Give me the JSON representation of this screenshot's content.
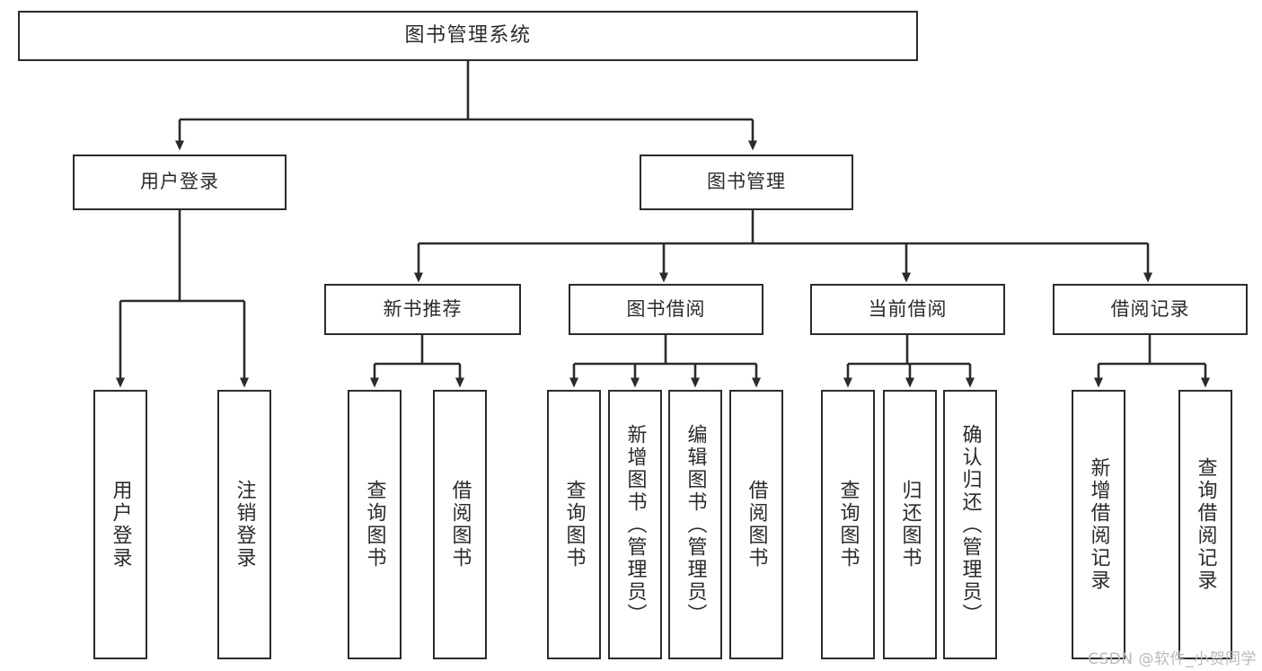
{
  "diagram": {
    "title": "图书管理系统",
    "type": "tree-hierarchy-chart",
    "colors": {
      "box_border": "#2b2b2b",
      "box_fill": "#ffffff",
      "connector": "#2b2b2b",
      "watermark": "#b9b9b9",
      "background": "#ffffff"
    },
    "root": {
      "label": "图书管理系统"
    },
    "level1": [
      {
        "label": "用户登录"
      },
      {
        "label": "图书管理"
      }
    ],
    "level2": [
      {
        "label": "新书推荐"
      },
      {
        "label": "图书借阅"
      },
      {
        "label": "当前借阅"
      },
      {
        "label": "借阅记录"
      }
    ],
    "leaves": {
      "user_login": [
        {
          "label": "用户登录"
        },
        {
          "label": "注销登录"
        }
      ],
      "new_book_recommend": [
        {
          "label": "查询图书"
        },
        {
          "label": "借阅图书"
        }
      ],
      "book_borrow": [
        {
          "label": "查询图书"
        },
        {
          "label": "新增图书（管理员）"
        },
        {
          "label": "编辑图书（管理员）"
        },
        {
          "label": "借阅图书"
        }
      ],
      "current_borrow": [
        {
          "label": "查询图书"
        },
        {
          "label": "归还图书"
        },
        {
          "label": "确认归还（管理员）"
        }
      ],
      "borrow_record": [
        {
          "label": "新增借阅记录"
        },
        {
          "label": "查询借阅记录"
        }
      ]
    }
  },
  "watermark": {
    "text": "CSDN @软件_小贺同学"
  }
}
